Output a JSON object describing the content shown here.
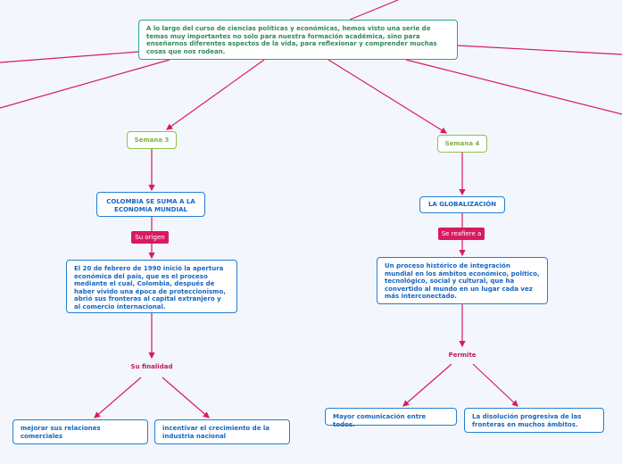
{
  "central": {
    "text": "A lo largo del curso de ciencias políticas y económicas, hemos visto una serie de temas muy importantes no solo para nuestra formación académica, sino para enseñarnos diferentes aspectos de la vida, para reflexionar y comprender muchas cosas que nos rodean."
  },
  "left_branch": {
    "week": "Semana 3",
    "topic": "COLOMBIA SE SUMA A LA ECONOMÍA MUNDIAL",
    "connector": "Su origen",
    "description": "El 20 de febrero de 1990 inició la apertura económica del país, que es el proceso mediante el cual, Colombia, después de haber vivido una época de proteccionismo, abrió sus fronteras al capital extranjero y al comercio internacional.",
    "purpose_label": "Su finalidad",
    "purposes": [
      "mejorar sus relaciones comerciales",
      "incentivar el crecimiento de la industria nacional"
    ]
  },
  "right_branch": {
    "week": "Semana 4",
    "topic": "LA GLOBALIZACIÓN",
    "connector": "Se reafiere a",
    "description": "Un proceso histórico de integración mundial en los ámbitos económico, político, tecnológico, social y cultural, que ha convertido al mundo en un lugar cada vez más interconectado.",
    "effect_label": "Permite",
    "effects": [
      "Mayor comunicación entre todos.",
      "La disolución progresiva de las fronteras en muchos ámbitos."
    ]
  },
  "colors": {
    "background": "#f3f7fd",
    "central_border": "#2aa58a",
    "week_border": "#8bc34a",
    "topic_border": "#1e7fd6",
    "connector": "#d81b60"
  }
}
